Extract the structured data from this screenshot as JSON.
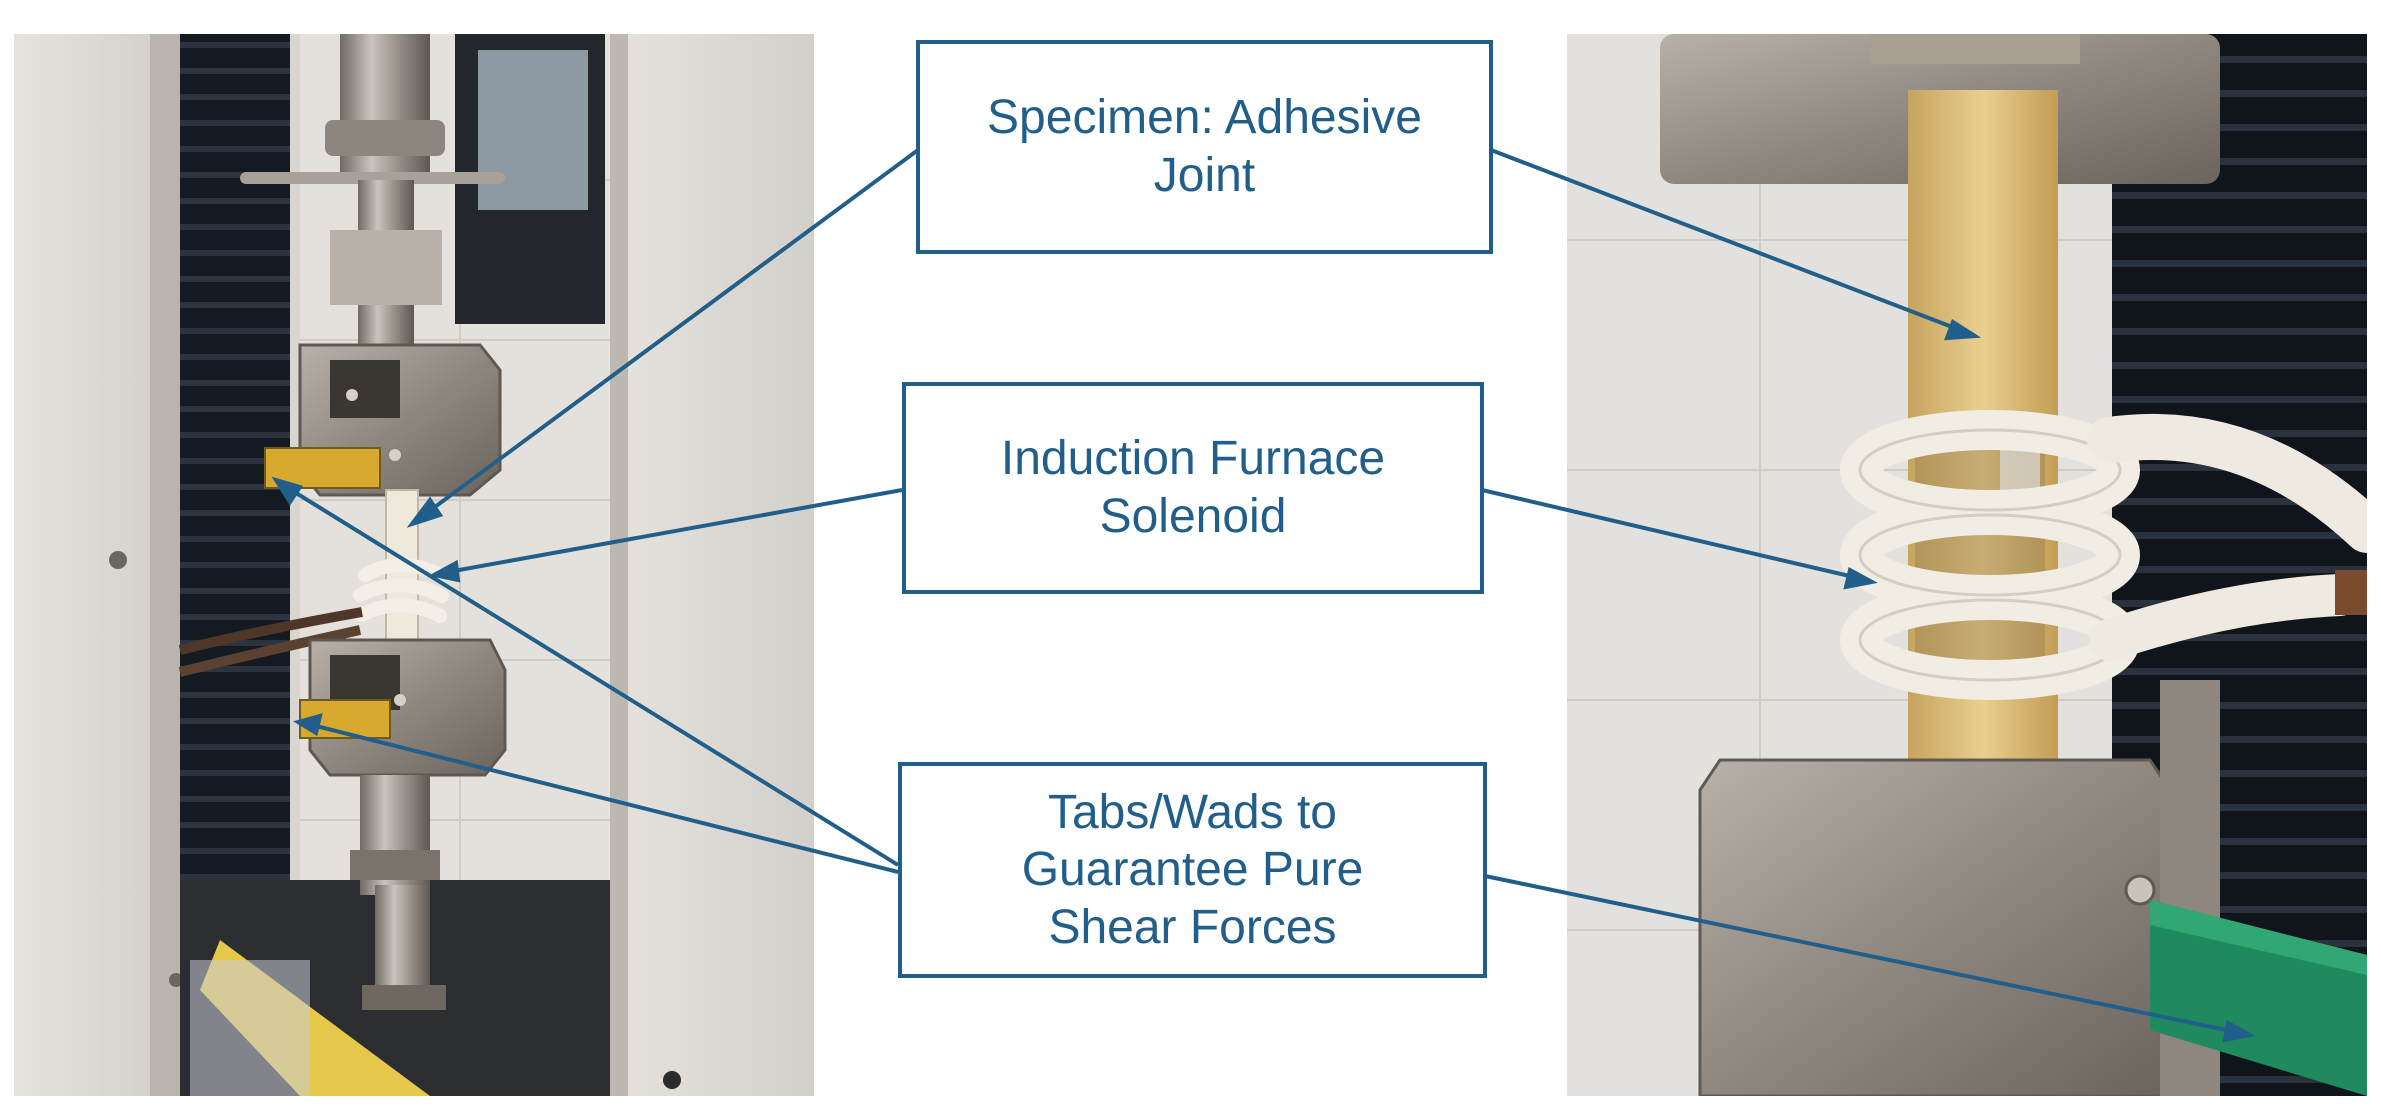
{
  "labels": {
    "specimen": {
      "line1": "Specimen: Adhesive",
      "line2": "Joint"
    },
    "solenoid": {
      "line1": "Induction Furnace",
      "line2": "Solenoid"
    },
    "tabs": {
      "line1": "Tabs/Wads to",
      "line2": "Guarantee Pure",
      "line3": "Shear Forces"
    }
  },
  "colors": {
    "callout": "#215f8a",
    "background": "#ffffff"
  },
  "photos": [
    {
      "name": "left-photo",
      "subject": "tensile-test-machine-overview"
    },
    {
      "name": "right-photo",
      "subject": "induction-coil-close-up"
    }
  ]
}
